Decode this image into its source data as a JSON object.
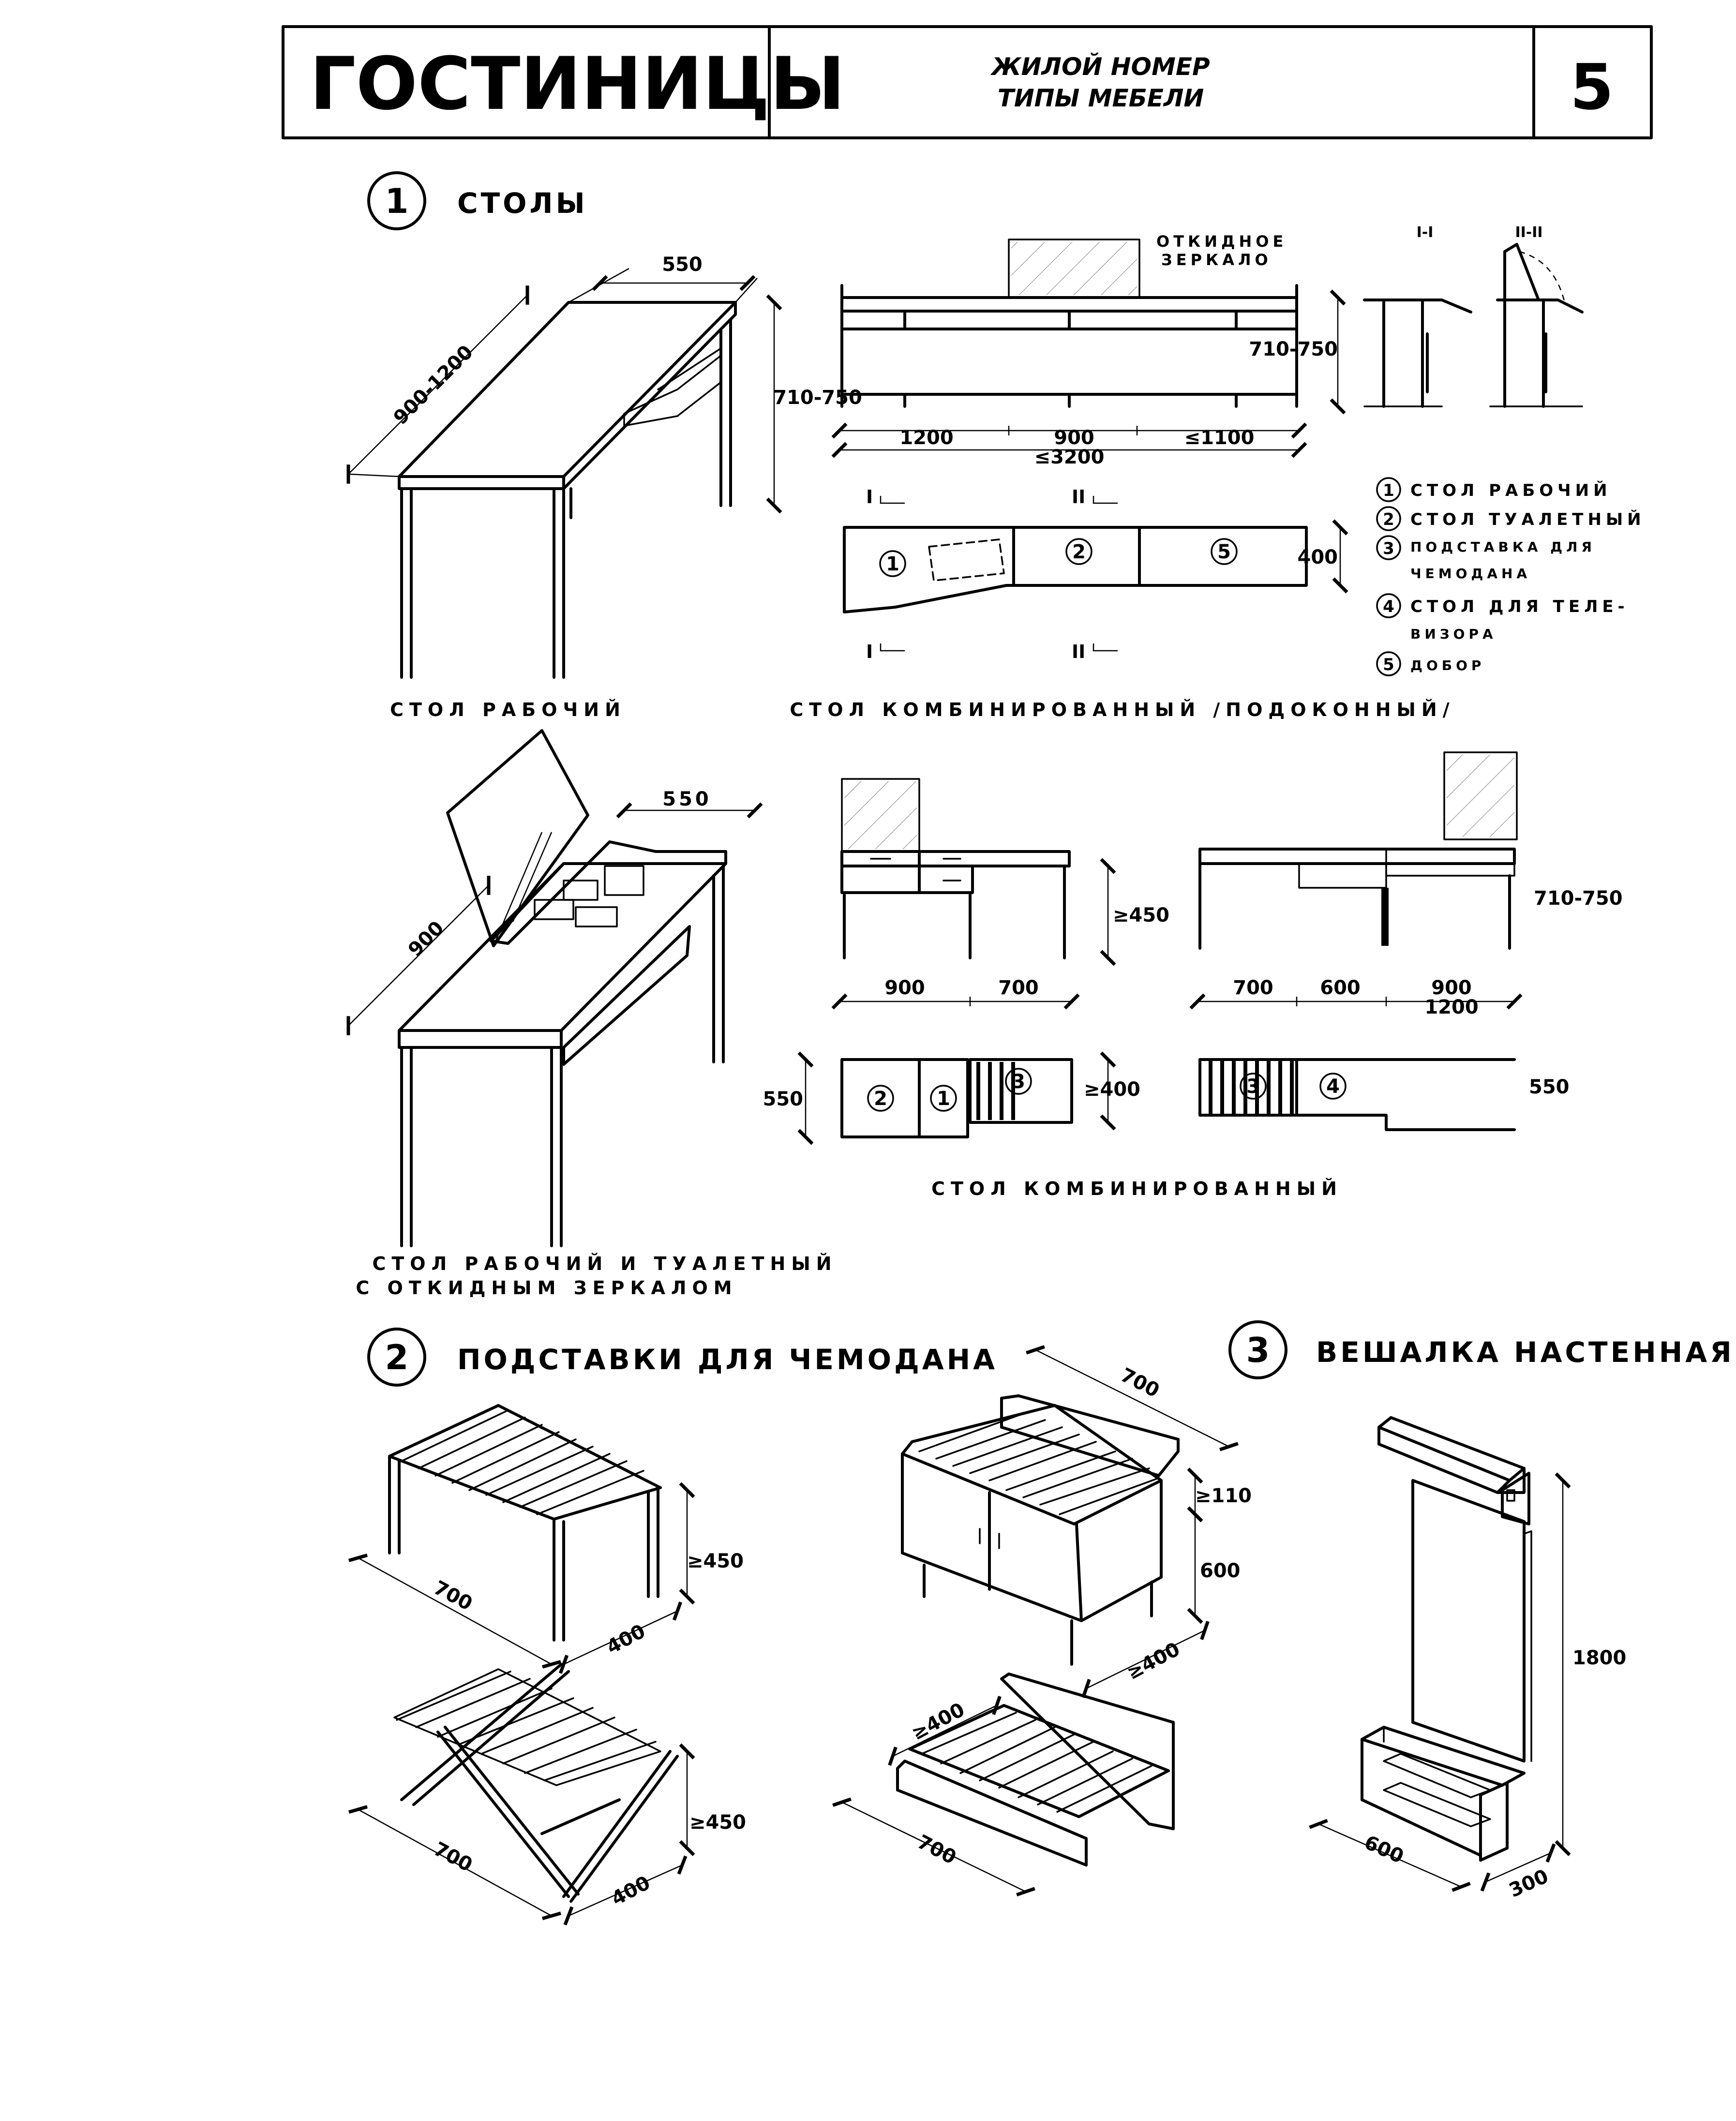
{
  "header": {
    "title": "ГОСТИНИЦЫ",
    "subtitle_line1": "ЖИЛОЙ НОМЕР",
    "subtitle_line2": "ТИПЫ МЕБЕЛИ",
    "page_number": "5"
  },
  "section1": {
    "number": "1",
    "title": "СТОЛЫ",
    "desk": {
      "caption": "СТОЛ РАБОЧИЙ",
      "dim_depth": "550",
      "dim_length": "900-1200",
      "dim_height": "710-750"
    },
    "window_desk": {
      "caption": "СТОЛ КОМБИНИРОВАННЫЙ /ПОДОКОННЫЙ/",
      "mirror_label_line1": "ОТКИДНОЕ",
      "mirror_label_line2": "ЗЕРКАЛО",
      "section_label_1": "I-I",
      "section_label_2": "II-II",
      "dim_height": "710-750",
      "dim_seg_1": "1200",
      "dim_seg_2": "900",
      "dim_seg_3": "≤1100",
      "dim_total": "≤3200",
      "dim_depth": "400",
      "cut_1": "I",
      "cut_2": "II",
      "marks": [
        "1",
        "2",
        "5"
      ]
    },
    "legend": [
      {
        "num": "1",
        "line1": "СТОЛ РАБОЧИЙ",
        "line2": ""
      },
      {
        "num": "2",
        "line1": "СТОЛ ТУАЛЕТНЫЙ",
        "line2": ""
      },
      {
        "num": "3",
        "line1": "ПОДСТАВКА ДЛЯ",
        "line2": "ЧЕМОДАНА"
      },
      {
        "num": "4",
        "line1": "СТОЛ ДЛЯ ТЕЛЕ-",
        "line2": "ВИЗОРА"
      },
      {
        "num": "5",
        "line1": "ДОБОР",
        "line2": ""
      }
    ],
    "vanity_desk": {
      "caption_line1": "СТОЛ РАБОЧИЙ И ТУАЛЕТНЫЙ",
      "caption_line2": "С ОТКИДНЫМ ЗЕРКАЛОМ",
      "dim_depth": "550",
      "dim_length": "900"
    },
    "combined_desk": {
      "caption": "СТОЛ КОМБИНИРОВАННЫЙ",
      "dim_left_height": "≥450",
      "dim_left_w1": "900",
      "dim_left_w2": "700",
      "dim_plan_depth": "550",
      "dim_plan_shelf": "≥400",
      "marks_left": [
        "2",
        "1",
        "3"
      ],
      "dim_right_height": "710-750",
      "dim_right_w1": "700",
      "dim_right_w2": "600",
      "dim_right_w3a": "900",
      "dim_right_w3b": "1200",
      "dim_right_depth": "550",
      "marks_right": [
        "3",
        "4"
      ]
    }
  },
  "section2": {
    "number": "2",
    "title": "ПОДСТАВКИ ДЛЯ ЧЕМОДАНА",
    "rack_a": {
      "height": "≥450",
      "length": "700",
      "depth": "400"
    },
    "rack_b": {
      "height": "≥450",
      "length": "700",
      "depth": "400"
    },
    "cabinet": {
      "width": "700",
      "top": "≥110",
      "height": "600",
      "depth": "≥400"
    },
    "wall_rack": {
      "depth": "≥400",
      "length": "700"
    }
  },
  "section3": {
    "number": "3",
    "title": "ВЕШАЛКА НАСТЕННАЯ",
    "height": "1800",
    "width": "600",
    "depth": "300"
  }
}
